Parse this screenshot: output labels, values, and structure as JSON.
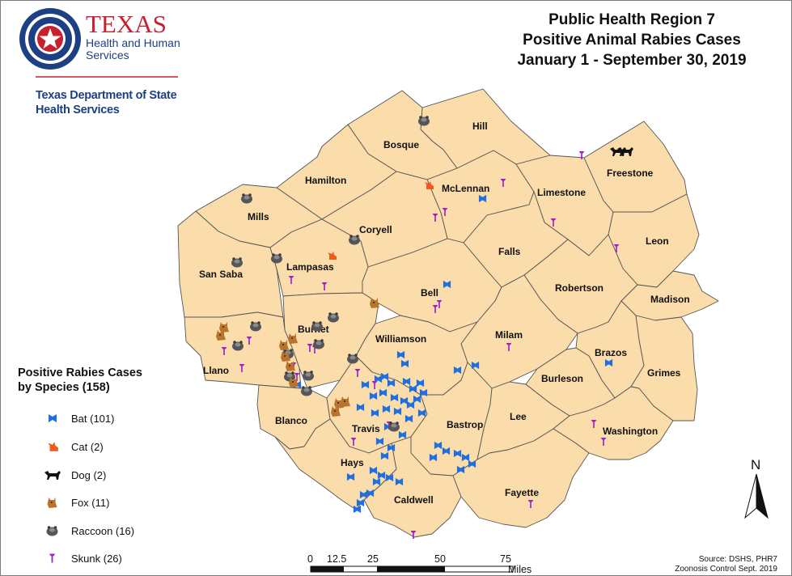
{
  "header": {
    "logo_word": "TEXAS",
    "logo_line1": "Health and Human",
    "logo_line2": "Services",
    "agency_line1": "Texas Department of State",
    "agency_line2": "Health Services"
  },
  "title": {
    "line1": "Public Health Region 7",
    "line2": "Positive Animal Rabies Cases",
    "line3": "January 1 - September 30, 2019"
  },
  "counties": [
    "Hill",
    "Bosque",
    "Hamilton",
    "McLennan",
    "Limestone",
    "Freestone",
    "Mills",
    "Coryell",
    "San Saba",
    "Lampasas",
    "Falls",
    "Leon",
    "Robertson",
    "Madison",
    "Bell",
    "Burnet",
    "Llano",
    "Williamson",
    "Milam",
    "Brazos",
    "Grimes",
    "Burleson",
    "Blanco",
    "Travis",
    "Bastrop",
    "Lee",
    "Washington",
    "Hays",
    "Caldwell",
    "Fayette"
  ],
  "legend": {
    "title_line1": "Positive Rabies Cases",
    "title_line2": "by Species (158)",
    "items": [
      {
        "label": "Bat (101)",
        "icon": "bat-icon",
        "color": "#1f6fe0"
      },
      {
        "label": "Cat (2)",
        "icon": "cat-icon",
        "color": "#f05a1e"
      },
      {
        "label": "Dog (2)",
        "icon": "dog-icon",
        "color": "#111111"
      },
      {
        "label": "Fox (11)",
        "icon": "fox-icon",
        "color": "#b8742c"
      },
      {
        "label": "Raccoon (16)",
        "icon": "raccoon-icon",
        "color": "#55555a"
      },
      {
        "label": "Skunk (26)",
        "icon": "skunk-icon",
        "color": "#a020c8"
      }
    ]
  },
  "scale": {
    "ticks": [
      "0",
      "12.5",
      "25",
      "50",
      "75"
    ],
    "unit": "Miles"
  },
  "north_label": "N",
  "source": {
    "line1": "Source: DSHS, PHR7",
    "line2": "Zoonosis Control Sept. 2019"
  },
  "colors": {
    "county_fill": "#fbdcab",
    "county_stroke": "#555555",
    "agency_blue": "#1d3f83",
    "logo_red": "#c8202f"
  }
}
